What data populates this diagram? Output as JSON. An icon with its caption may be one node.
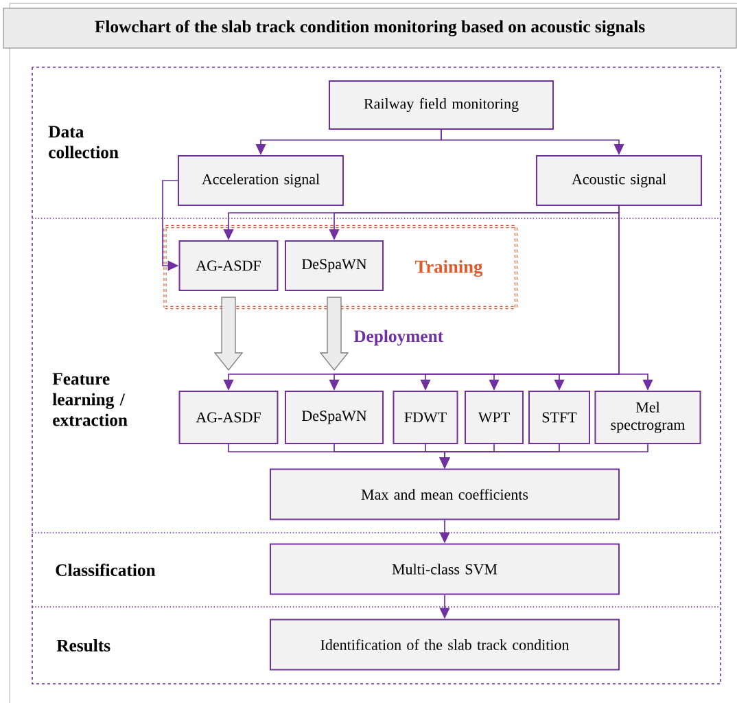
{
  "diagram": {
    "title": "Flowchart of the slab track condition monitoring based on acoustic signals",
    "nodes": [
      {
        "text": [
          "Railway field monitoring"
        ]
      },
      {
        "text": [
          "Acceleration signal"
        ]
      },
      {
        "text": [
          "Acoustic signal"
        ]
      },
      {
        "text": [
          "Training"
        ]
      },
      {
        "text": [
          "AG-ASDF"
        ],
        "in": 3
      },
      {
        "text": [
          "DeSpaWN"
        ],
        "in": 3
      },
      {
        "text": [
          "AG-ASDF"
        ]
      },
      {
        "text": [
          "DeSpaWN"
        ]
      },
      {
        "text": [
          "FDWT"
        ]
      },
      {
        "text": [
          "WPT"
        ]
      },
      {
        "text": [
          "STFT"
        ]
      },
      {
        "text": [
          "Mel spectrogram"
        ]
      },
      {
        "text": [
          "Max and mean coefficients"
        ]
      },
      {
        "text": [
          "Multi-class SVM"
        ]
      },
      {
        "text": [
          "Identification of the slab track condition"
        ]
      }
    ],
    "edges": [
      {
        "from": 0,
        "to": 1,
        "arrow": "to"
      },
      {
        "from": 0,
        "to": 2,
        "arrow": "to"
      },
      {
        "from": 1,
        "to": 4,
        "arrow": "to"
      },
      {
        "from": 2,
        "to": 4,
        "arrow": "to"
      },
      {
        "from": 2,
        "to": 5,
        "arrow": "to"
      },
      {
        "from": 4,
        "to": 6,
        "arrow": "to",
        "style": "thick",
        "color": "#7f7f7f"
      },
      {
        "from": 5,
        "to": 7,
        "arrow": "to",
        "style": "thick",
        "color": "#7f7f7f"
      },
      {
        "from": 2,
        "to": 6,
        "arrow": "to"
      },
      {
        "from": 2,
        "to": 7,
        "arrow": "to"
      },
      {
        "from": 2,
        "to": 8,
        "arrow": "to"
      },
      {
        "from": 2,
        "to": 9,
        "arrow": "to"
      },
      {
        "from": 2,
        "to": 10,
        "arrow": "to"
      },
      {
        "from": 2,
        "to": 11,
        "arrow": "to"
      },
      {
        "from": 6,
        "to": 12,
        "arrow": "to"
      },
      {
        "from": 7,
        "to": 12,
        "arrow": "to"
      },
      {
        "from": 8,
        "to": 12,
        "arrow": "to"
      },
      {
        "from": 9,
        "to": 12,
        "arrow": "to"
      },
      {
        "from": 10,
        "to": 12,
        "arrow": "to"
      },
      {
        "from": 11,
        "to": 12,
        "arrow": "to"
      },
      {
        "from": 12,
        "to": 13,
        "arrow": "to"
      },
      {
        "from": 13,
        "to": 14,
        "arrow": "to"
      }
    ],
    "labels": [
      "Data collection",
      "Deployment",
      "Feature learning / extraction",
      "Classification",
      "Results"
    ]
  }
}
